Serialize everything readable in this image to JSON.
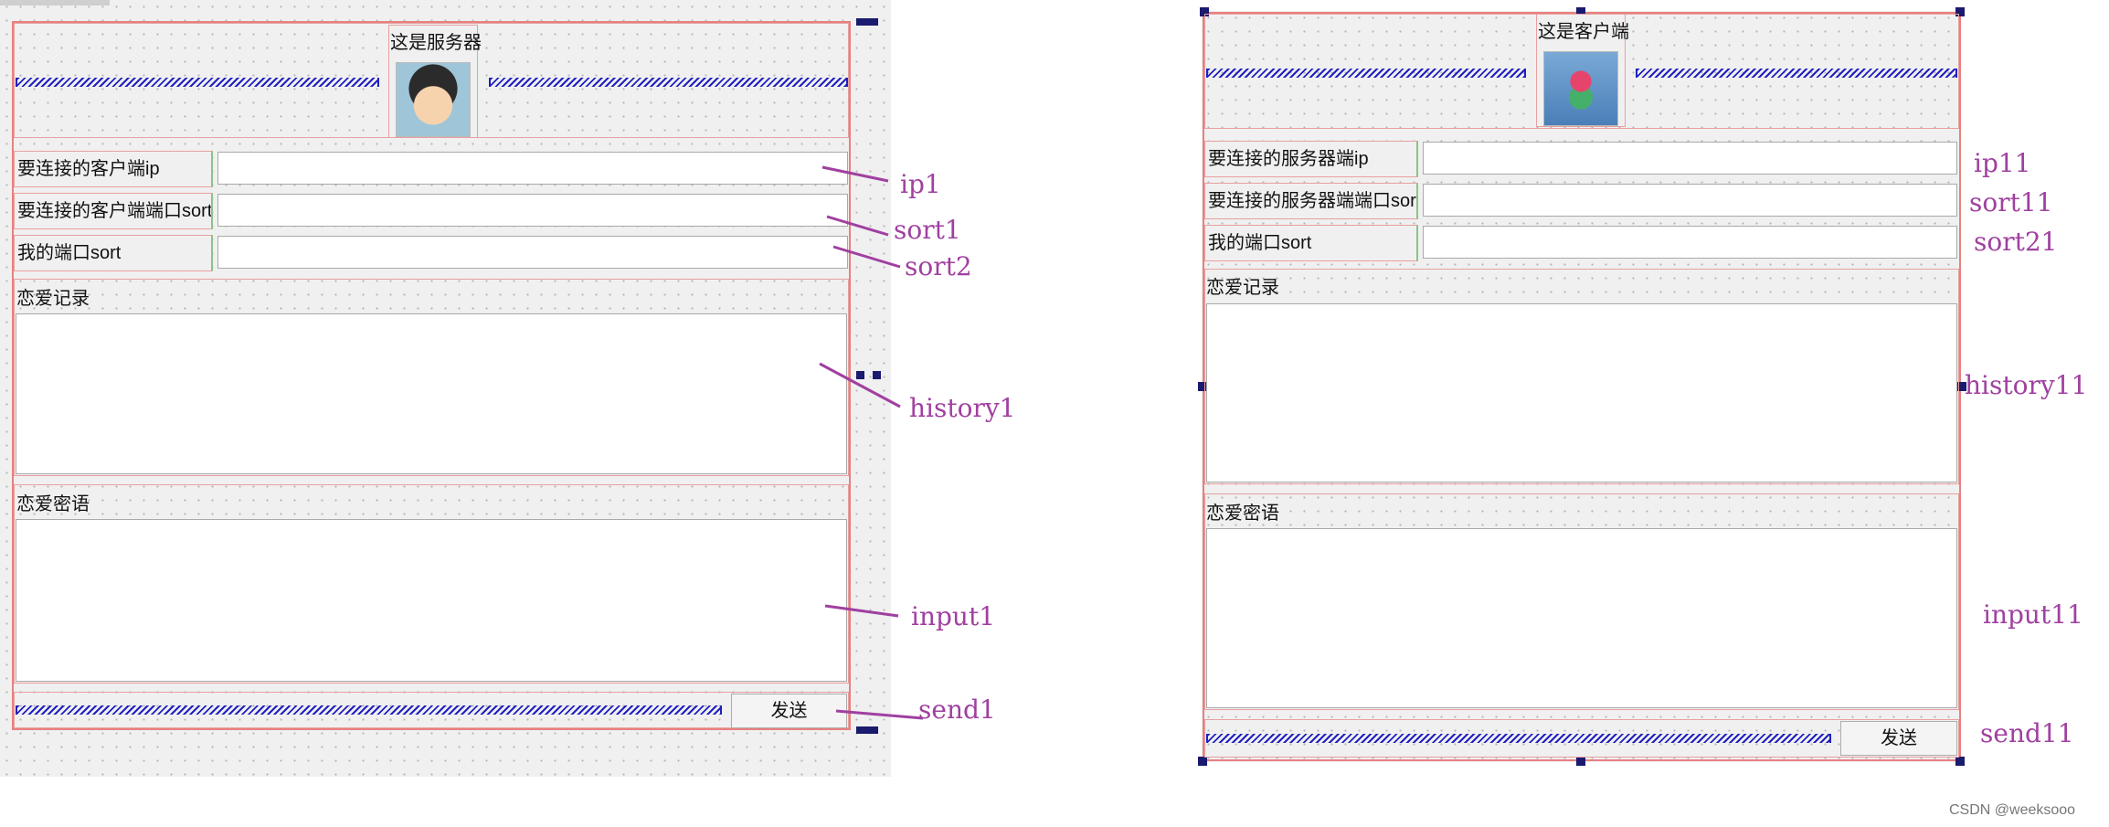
{
  "server": {
    "title": "这是服务器",
    "labels": {
      "ip": "要连接的客户端ip",
      "port": "要连接的客户端端口sort",
      "my_port": "我的端口sort",
      "history": "恋爱记录",
      "input": "恋爱密语"
    },
    "send_label": "发送",
    "callouts": {
      "ip": "ip1",
      "port": "sort1",
      "my_port": "sort2",
      "history": "history1",
      "input": "input1",
      "send": "send1"
    }
  },
  "client": {
    "title": "这是客户端",
    "labels": {
      "ip": "要连接的服务器端ip",
      "port": "要连接的服务器端端口sort",
      "my_port": "我的端口sort",
      "history": "恋爱记录",
      "input": "恋爱密语"
    },
    "send_label": "发送",
    "callouts": {
      "ip": "ip11",
      "port": "sort11",
      "my_port": "sort21",
      "history": "history11",
      "input": "input11",
      "send": "send11"
    }
  },
  "watermark": "CSDN @weeksooo",
  "colors": {
    "callout": "#a040a0",
    "frame": "#e88080",
    "spacer": "#2020c0",
    "handle": "#1a1a6e"
  }
}
